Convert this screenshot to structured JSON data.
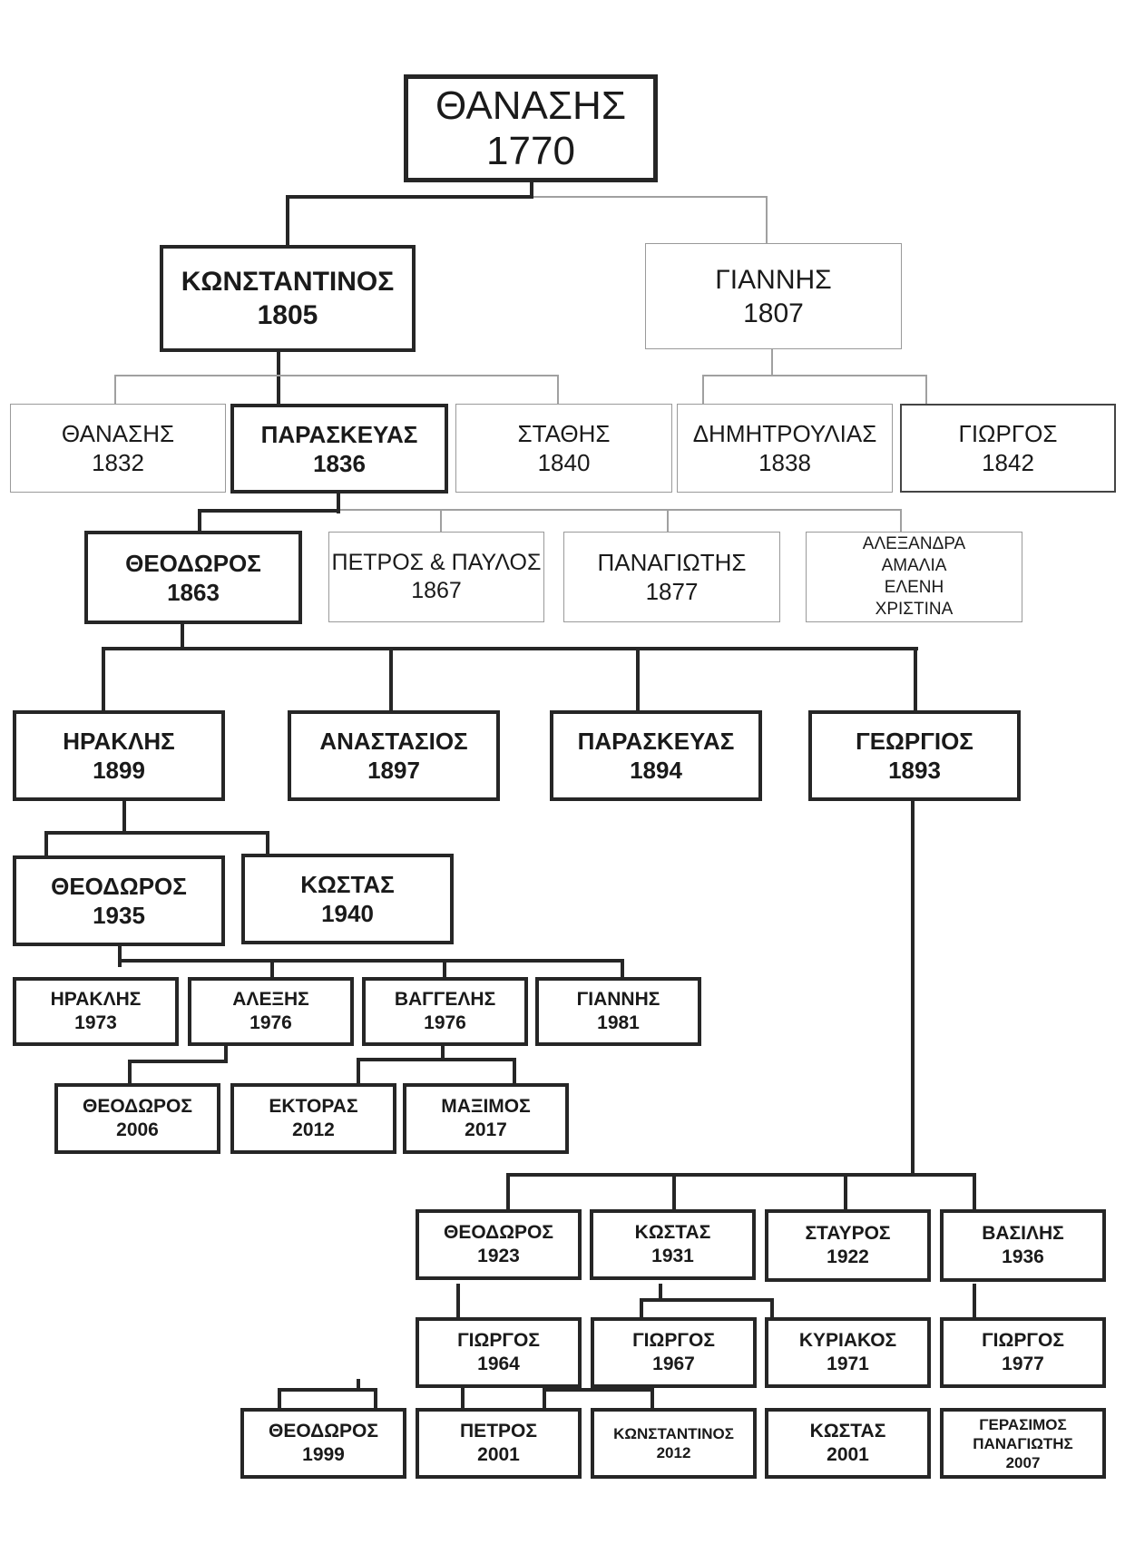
{
  "title": "Family tree",
  "colors": {
    "line_primary": "#262626",
    "line_secondary": "#a0a0a0",
    "background": "#ffffff"
  },
  "nodes": {
    "root": {
      "name": "ΘΑΝΑΣΗΣ",
      "year": "1770"
    },
    "g1_konstantinos": {
      "name": "ΚΩΝΣΤΑΝΤΙΝΟΣ",
      "year": "1805"
    },
    "g1_giannis": {
      "name": "ΓΙΑΝΝΗΣ",
      "year": "1807"
    },
    "g2_thanasis": {
      "name": "ΘΑΝΑΣΗΣ",
      "year": "1832"
    },
    "g2_paraskevas": {
      "name": "ΠΑΡΑΣΚΕΥΑΣ",
      "year": "1836"
    },
    "g2_stathis": {
      "name": "ΣΤΑΘΗΣ",
      "year": "1840"
    },
    "g2_dimitroulias": {
      "name": "ΔΗΜΗΤΡΟΥΛΙΑΣ",
      "year": "1838"
    },
    "g2_giorgos": {
      "name": "ΓΙΩΡΓΟΣ",
      "year": "1842"
    },
    "g3_theodoros": {
      "name": "ΘΕΟΔΩΡΟΣ",
      "year": "1863"
    },
    "g3_petros_pavlos": {
      "name": "ΠΕΤΡΟΣ & ΠΑΥΛΟΣ",
      "year": "1867"
    },
    "g3_panagiotis": {
      "name": "ΠΑΝΑΓΙΩΤΗΣ",
      "year": "1877"
    },
    "g3_daughters": {
      "names": [
        "ΑΛΕΞΑΝΔΡΑ",
        "ΑΜΑΛΙΑ",
        "ΕΛΕΝΗ",
        "ΧΡΙΣΤΙΝΑ"
      ]
    },
    "g4_iraklis": {
      "name": "ΗΡΑΚΛΗΣ",
      "year": "1899"
    },
    "g4_anastasios": {
      "name": "ΑΝΑΣΤΑΣΙΟΣ",
      "year": "1897"
    },
    "g4_paraskevas": {
      "name": "ΠΑΡΑΣΚΕΥΑΣ",
      "year": "1894"
    },
    "g4_georgios": {
      "name": "ΓΕΩΡΓΙΟΣ",
      "year": "1893"
    },
    "g5_theodoros": {
      "name": "ΘΕΟΔΩΡΟΣ",
      "year": "1935"
    },
    "g5_kostas": {
      "name": "ΚΩΣΤΑΣ",
      "year": "1940"
    },
    "g6_iraklis": {
      "name": "ΗΡΑΚΛΗΣ",
      "year": "1973"
    },
    "g6_alexis": {
      "name": "ΑΛΕΞΗΣ",
      "year": "1976"
    },
    "g6_vaggelis": {
      "name": "ΒΑΓΓΕΛΗΣ",
      "year": "1976"
    },
    "g6_giannis": {
      "name": "ΓΙΑΝΝΗΣ",
      "year": "1981"
    },
    "g7_theodoros": {
      "name": "ΘΕΟΔΩΡΟΣ",
      "year": "2006"
    },
    "g7_ektoras": {
      "name": "ΕΚΤΟΡΑΣ",
      "year": "2012"
    },
    "g7_maximos": {
      "name": "ΜΑΞΙΜΟΣ",
      "year": "2017"
    },
    "b5_theodoros": {
      "name": "ΘΕΟΔΩΡΟΣ",
      "year": "1923"
    },
    "b5_kostas": {
      "name": "ΚΩΣΤΑΣ",
      "year": "1931"
    },
    "b5_stavros": {
      "name": "ΣΤΑΥΡΟΣ",
      "year": "1922"
    },
    "b5_vasilis": {
      "name": "ΒΑΣΙΛΗΣ",
      "year": "1936"
    },
    "b6_giorgos_a": {
      "name": "ΓΙΩΡΓΟΣ",
      "year": "1964"
    },
    "b6_giorgos_b": {
      "name": "ΓΙΩΡΓΟΣ",
      "year": "1967"
    },
    "b6_kyriakos": {
      "name": "ΚΥΡΙΑΚΟΣ",
      "year": "1971"
    },
    "b6_giorgos_c": {
      "name": "ΓΙΩΡΓΟΣ",
      "year": "1977"
    },
    "b7_theodoros": {
      "name": "ΘΕΟΔΩΡΟΣ",
      "year": "1999"
    },
    "b7_petros": {
      "name": "ΠΕΤΡΟΣ",
      "year": "2001"
    },
    "b7_konstantinos": {
      "name": "ΚΩΝΣΤΑΝΤΙΝΟΣ",
      "year": "2012"
    },
    "b7_kostas": {
      "name": "ΚΩΣΤΑΣ",
      "year": "2001"
    },
    "b7_gerasimos": {
      "names": [
        "ΓΕΡΑΣΙΜΟΣ",
        "ΠΑΝΑΓΙΩΤΗΣ"
      ],
      "year": "2007"
    }
  }
}
